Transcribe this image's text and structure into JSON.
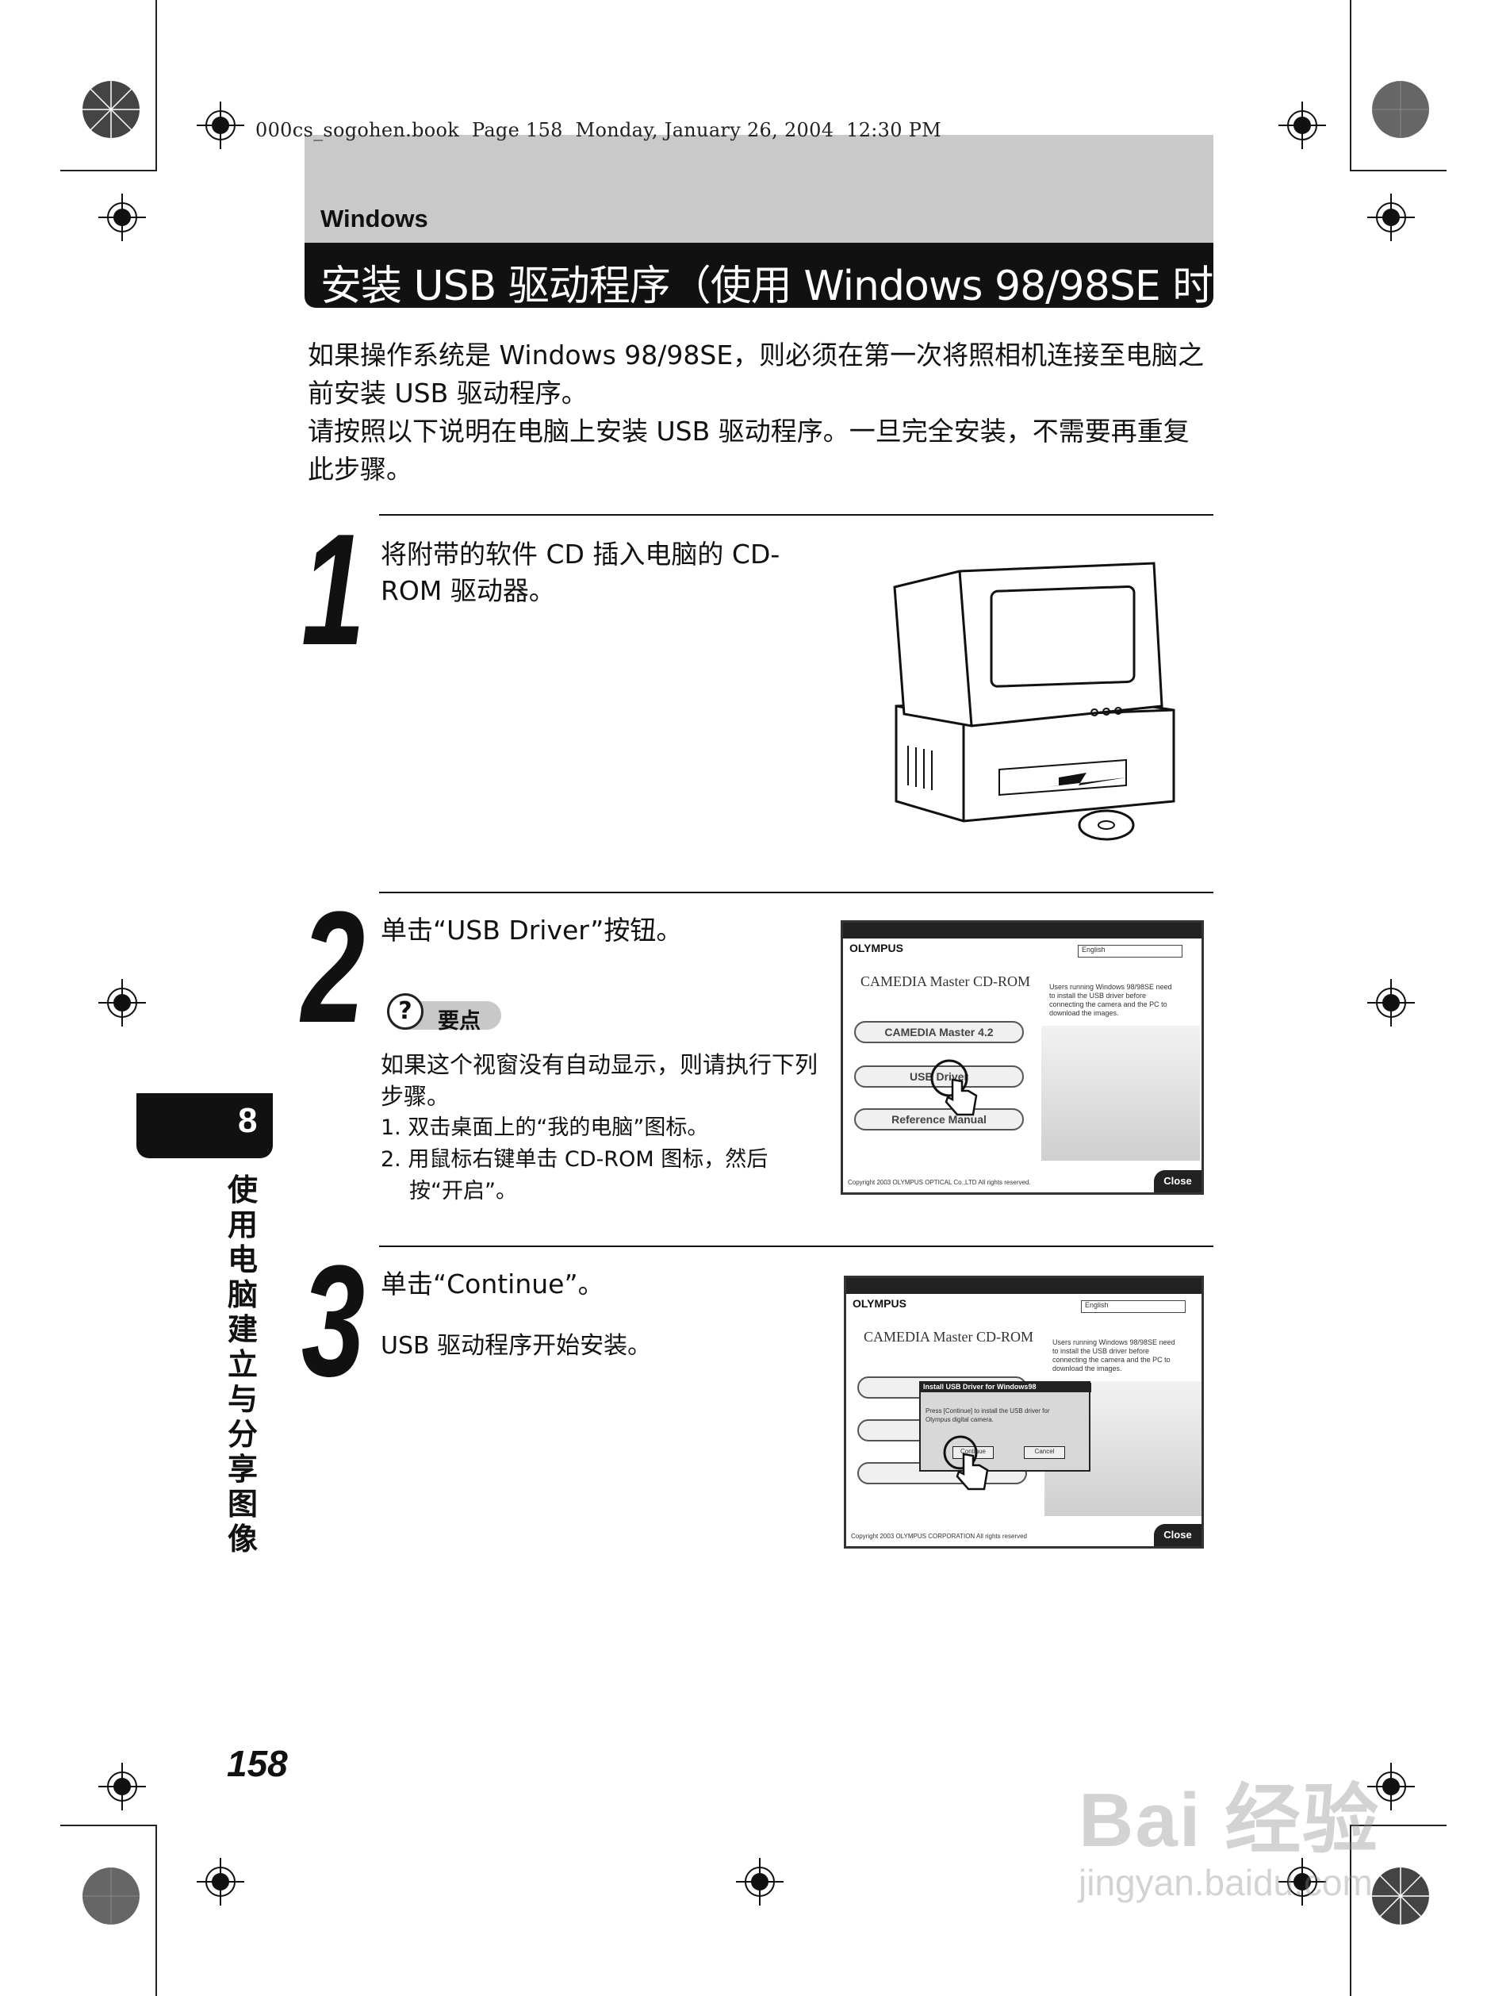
{
  "header": {
    "book_line": "000cs_sogohen.book  Page 158  Monday, January 26, 2004  12:30 PM",
    "section_label": "Windows",
    "title": "安装 USB 驱动程序（使用 Windows 98/98SE 时）"
  },
  "intro": {
    "p1": "如果操作系统是 Windows 98/98SE，则必须在第一次将照相机连接至电脑之前安装 USB 驱动程序。",
    "p2": "请按照以下说明在电脑上安装 USB 驱动程序。一旦完全安装，不需要再重复此步骤。"
  },
  "steps": [
    {
      "number": "1",
      "text": "将附带的软件 CD 插入电脑的 CD-ROM 驱动器。"
    },
    {
      "number": "2",
      "text": "单击“USB Driver”按钮。",
      "tip": {
        "icon": "?",
        "label": "要点",
        "intro": "如果这个视窗没有自动显示，则请执行下列步骤。",
        "items": [
          "1.  双击桌面上的“我的电脑”图标。",
          "2.  用鼠标右键单击 CD-ROM 图标，然后按“开启”。"
        ]
      }
    },
    {
      "number": "3",
      "text": "单击“Continue”。",
      "subtext": "USB 驱动程序开始安装。"
    }
  ],
  "screenshot1": {
    "window_title": "Setup",
    "brand": "OLYMPUS",
    "language": "English",
    "product": "CAMEDIA Master  CD-ROM",
    "info": "Users running Windows 98/98SE need to install the USB driver before connecting the camera and the PC to download the images.",
    "buttons": [
      "CAMEDIA Master 4.2",
      "USB Driver",
      "Reference Manual"
    ],
    "copyright": "Copyright 2003 OLYMPUS OPTICAL Co.,LTD All rights reserved.",
    "close": "Close"
  },
  "screenshot2": {
    "window_title": "Setup",
    "brand": "OLYMPUS",
    "language": "English",
    "product": "CAMEDIA Master  CD-ROM",
    "info": "Users running Windows 98/98SE need to install the USB driver before connecting the camera and the PC to download the images.",
    "dialog_title": "Install USB Driver for Windows98",
    "dialog_text": "Press [Continue] to install the USB driver for Olympus digital camera.",
    "dialog_continue": "Continue",
    "dialog_cancel": "Cancel",
    "copyright": "Copyright 2003 OLYMPUS CORPORATION All rights reserved",
    "close": "Close"
  },
  "sidebar": {
    "chapter_number": "8",
    "chapter_title": "使用电脑建立与分享图像"
  },
  "page_number": "158",
  "watermark": {
    "main": "Bai 经验",
    "sub": "jingyan.baidu.com"
  },
  "colors": {
    "header_gray": "#c9c9c9",
    "title_bar": "#111111",
    "text": "#111111"
  }
}
